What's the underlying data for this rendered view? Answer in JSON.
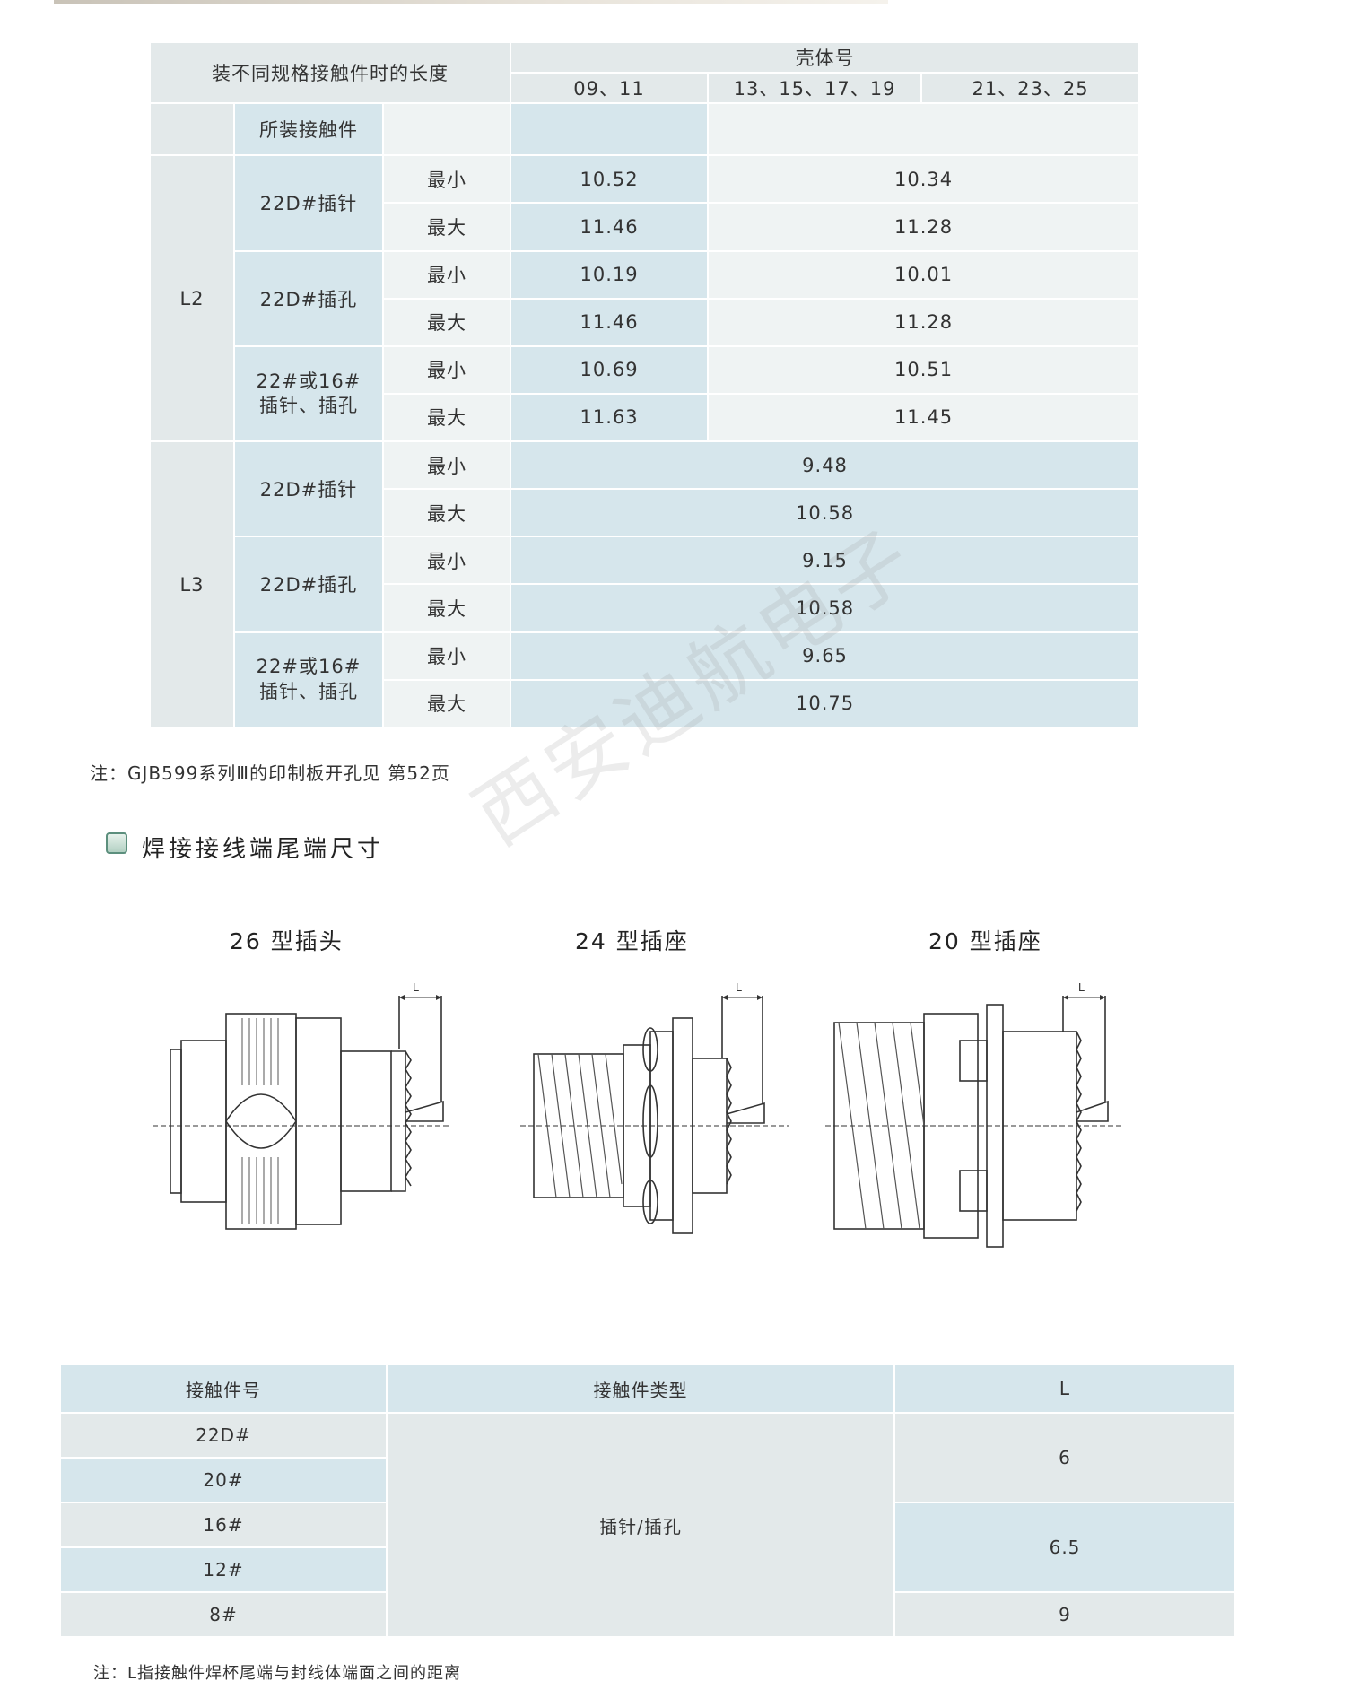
{
  "table1": {
    "header_left": "装不同规格接触件时的长度",
    "shell_header": "壳体号",
    "shell_sizes": [
      "09、11",
      "13、15、17、19",
      "21、23、25"
    ],
    "installed_contact": "所装接触件",
    "min": "最小",
    "max": "最大",
    "L2": {
      "label": "L2",
      "groups": [
        {
          "contact": "22D#插针",
          "min_a": "10.52",
          "min_b": "10.34",
          "max_a": "11.46",
          "max_b": "11.28"
        },
        {
          "contact": "22D#插孔",
          "min_a": "10.19",
          "min_b": "10.01",
          "max_a": "11.46",
          "max_b": "11.28"
        },
        {
          "contact_line1": "22#或16#",
          "contact_line2": "插针、插孔",
          "min_a": "10.69",
          "min_b": "10.51",
          "max_a": "11.63",
          "max_b": "11.45"
        }
      ]
    },
    "L3": {
      "label": "L3",
      "groups": [
        {
          "contact": "22D#插针",
          "min": "9.48",
          "max": "10.58"
        },
        {
          "contact": "22D#插孔",
          "min": "9.15",
          "max": "10.58"
        },
        {
          "contact_line1": "22#或16#",
          "contact_line2": "插针、插孔",
          "min": "9.65",
          "max": "10.75"
        }
      ]
    }
  },
  "note1": "注：GJB599系列Ⅲ的印制板开孔见 第52页",
  "section_title": "焊接接线端尾端尺寸",
  "watermark": "西安迪航电子",
  "drawings": {
    "plug26": "26 型插头",
    "receptacle24": "24 型插座",
    "receptacle20": "20 型插座",
    "dim_label": "L"
  },
  "table2": {
    "headers": [
      "接触件号",
      "接触件类型",
      "L"
    ],
    "contact_numbers": [
      "22D#",
      "20#",
      "16#",
      "12#",
      "8#"
    ],
    "contact_type": "插针/插孔",
    "L_values": [
      "6",
      "6.5",
      "9"
    ]
  },
  "note2": "注：L指接触件焊杯尾端与封线体端面之间的距离"
}
